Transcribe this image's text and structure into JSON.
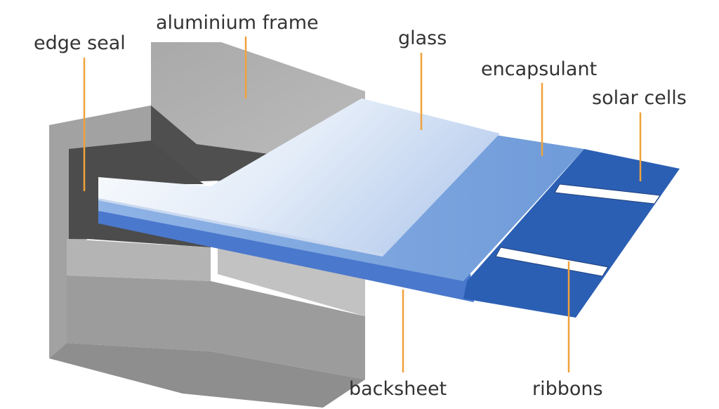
{
  "labels": {
    "edge_seal": "edge seal",
    "aluminium_frame": "aluminium frame",
    "glass": "glass",
    "encapsulant": "encapsulant",
    "solar_cells": "solar cells",
    "backsheet": "backsheet",
    "ribbons": "ribbons"
  },
  "colors": {
    "leader": "#f0a23a",
    "frame_top": "#b1b1b1",
    "frame_front": "#a2a2a2",
    "frame_dark": "#4f4f4f",
    "glass": "#dbe7f7",
    "encapsulant": "#7ea7df",
    "solar_cells": "#2b5fb4",
    "backsheet": "#4a78cc",
    "ribbons": "#ffffff"
  }
}
